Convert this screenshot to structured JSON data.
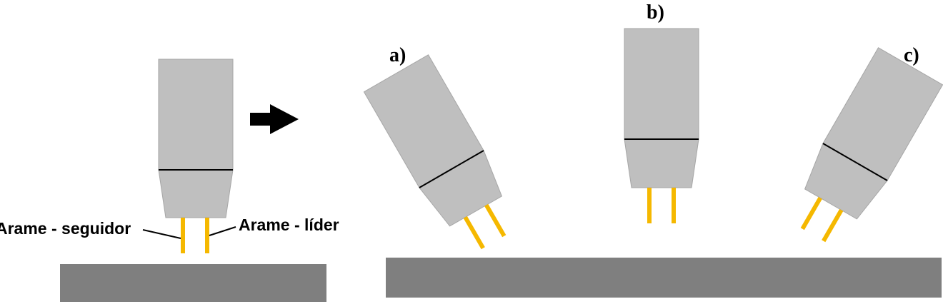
{
  "labels": {
    "wire_follower": "Arame - seguidor",
    "wire_leader": "Arame - líder",
    "panel_a": "a)",
    "panel_b": "b)",
    "panel_c": "c)"
  },
  "colors": {
    "torch_body": "#bfbfbf",
    "torch_outline": "#a6a6a6",
    "wire": "#f5b800",
    "workpiece": "#7f7f7f",
    "arrow": "#000000",
    "text": "#000000"
  },
  "torch_angles_deg": {
    "a": -30,
    "b": 0,
    "c": 30
  }
}
